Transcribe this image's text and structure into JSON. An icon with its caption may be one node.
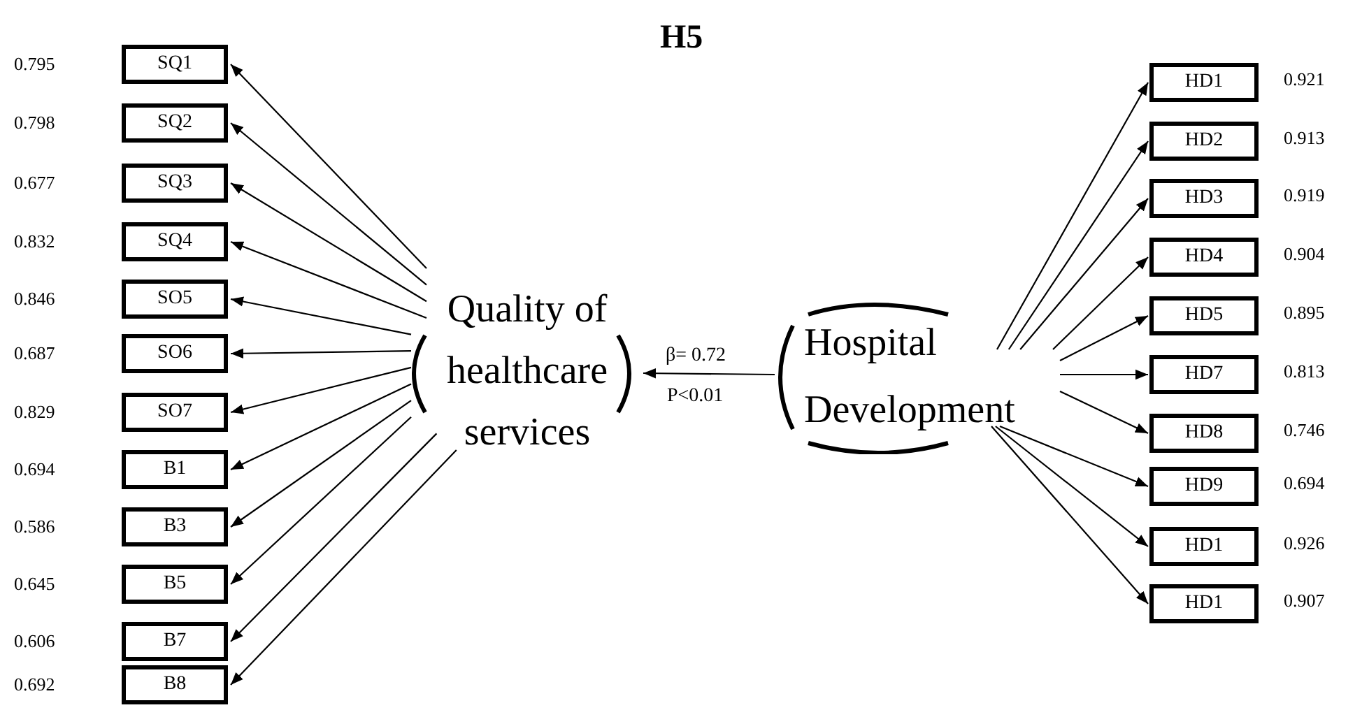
{
  "diagram": {
    "title": "H5",
    "nodes": [
      {
        "text": [
          "Quality of healthcare services"
        ]
      },
      {
        "text": [
          "Hospital Development"
        ]
      },
      {
        "text": [
          "SQ1"
        ],
        "beside": [
          "0.795"
        ]
      },
      {
        "text": [
          "SQ2"
        ],
        "beside": [
          "0.798"
        ]
      },
      {
        "text": [
          "SQ3"
        ],
        "beside": [
          "0.677"
        ]
      },
      {
        "text": [
          "SQ4"
        ],
        "beside": [
          "0.832"
        ]
      },
      {
        "text": [
          "SO5"
        ],
        "beside": [
          "0.846"
        ]
      },
      {
        "text": [
          "SO6"
        ],
        "beside": [
          "0.687"
        ]
      },
      {
        "text": [
          "SO7"
        ],
        "beside": [
          "0.829"
        ]
      },
      {
        "text": [
          "B1"
        ],
        "beside": [
          "0.694"
        ]
      },
      {
        "text": [
          "B3"
        ],
        "beside": [
          "0.586"
        ]
      },
      {
        "text": [
          "B5"
        ],
        "beside": [
          "0.645"
        ]
      },
      {
        "text": [
          "B7"
        ],
        "beside": [
          "0.606"
        ]
      },
      {
        "text": [
          "B8"
        ],
        "beside": [
          "0.692"
        ]
      },
      {
        "text": [
          "HD1"
        ],
        "beside": [
          "0.921"
        ]
      },
      {
        "text": [
          "HD2"
        ],
        "beside": [
          "0.913"
        ]
      },
      {
        "text": [
          "HD3"
        ],
        "beside": [
          "0.919"
        ]
      },
      {
        "text": [
          "HD4"
        ],
        "beside": [
          "0.904"
        ]
      },
      {
        "text": [
          "HD5"
        ],
        "beside": [
          "0.895"
        ]
      },
      {
        "text": [
          "HD7"
        ],
        "beside": [
          "0.813"
        ]
      },
      {
        "text": [
          "HD8"
        ],
        "beside": [
          "0.746"
        ]
      },
      {
        "text": [
          "HD9"
        ],
        "beside": [
          "0.694"
        ]
      },
      {
        "text": [
          "HD1"
        ],
        "beside": [
          "0.926"
        ]
      },
      {
        "text": [
          "HD1"
        ],
        "beside": [
          "0.907"
        ]
      }
    ],
    "edges": [
      {
        "from": 1,
        "to": 0,
        "arrow": "to",
        "label": "β= 0.72"
      },
      {
        "from": 0,
        "to": 2,
        "arrow": "to"
      },
      {
        "from": 0,
        "to": 3,
        "arrow": "to"
      },
      {
        "from": 0,
        "to": 4,
        "arrow": "to"
      },
      {
        "from": 0,
        "to": 5,
        "arrow": "to"
      },
      {
        "from": 0,
        "to": 6,
        "arrow": "to"
      },
      {
        "from": 0,
        "to": 7,
        "arrow": "to"
      },
      {
        "from": 0,
        "to": 8,
        "arrow": "to"
      },
      {
        "from": 0,
        "to": 9,
        "arrow": "to"
      },
      {
        "from": 0,
        "to": 10,
        "arrow": "to"
      },
      {
        "from": 0,
        "to": 11,
        "arrow": "to"
      },
      {
        "from": 0,
        "to": 12,
        "arrow": "to"
      },
      {
        "from": 0,
        "to": 13,
        "arrow": "to"
      },
      {
        "from": 1,
        "to": 14,
        "arrow": "to"
      },
      {
        "from": 1,
        "to": 15,
        "arrow": "to"
      },
      {
        "from": 1,
        "to": 16,
        "arrow": "to"
      },
      {
        "from": 1,
        "to": 17,
        "arrow": "to"
      },
      {
        "from": 1,
        "to": 18,
        "arrow": "to"
      },
      {
        "from": 1,
        "to": 19,
        "arrow": "to"
      },
      {
        "from": 1,
        "to": 20,
        "arrow": "to"
      },
      {
        "from": 1,
        "to": 21,
        "arrow": "to"
      },
      {
        "from": 1,
        "to": 22,
        "arrow": "to"
      },
      {
        "from": 1,
        "to": 23,
        "arrow": "to"
      }
    ],
    "labels": [
      "P<0.01"
    ]
  }
}
